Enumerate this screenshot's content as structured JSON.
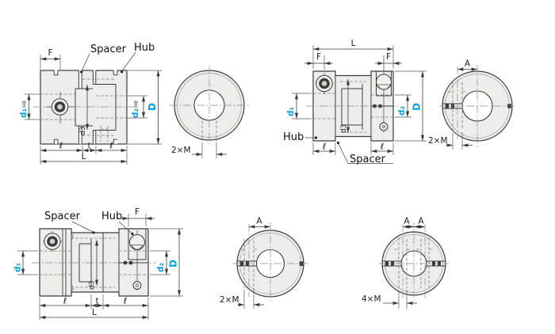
{
  "colors": {
    "accent": "#00a0e0",
    "body_fill": "#ecefe9",
    "outline": "#3c3c3c",
    "background": "#ffffff"
  },
  "labels": {
    "spacer": "Spacer",
    "hub": "Hub",
    "f": "F",
    "l": "L",
    "a": "A",
    "d": "D",
    "d1": "d₁",
    "d2": "d₂",
    "d3": "d3",
    "h8": "H8",
    "ell": "ℓ",
    "t": "t",
    "m2": "2×M",
    "m4": "4×M"
  }
}
